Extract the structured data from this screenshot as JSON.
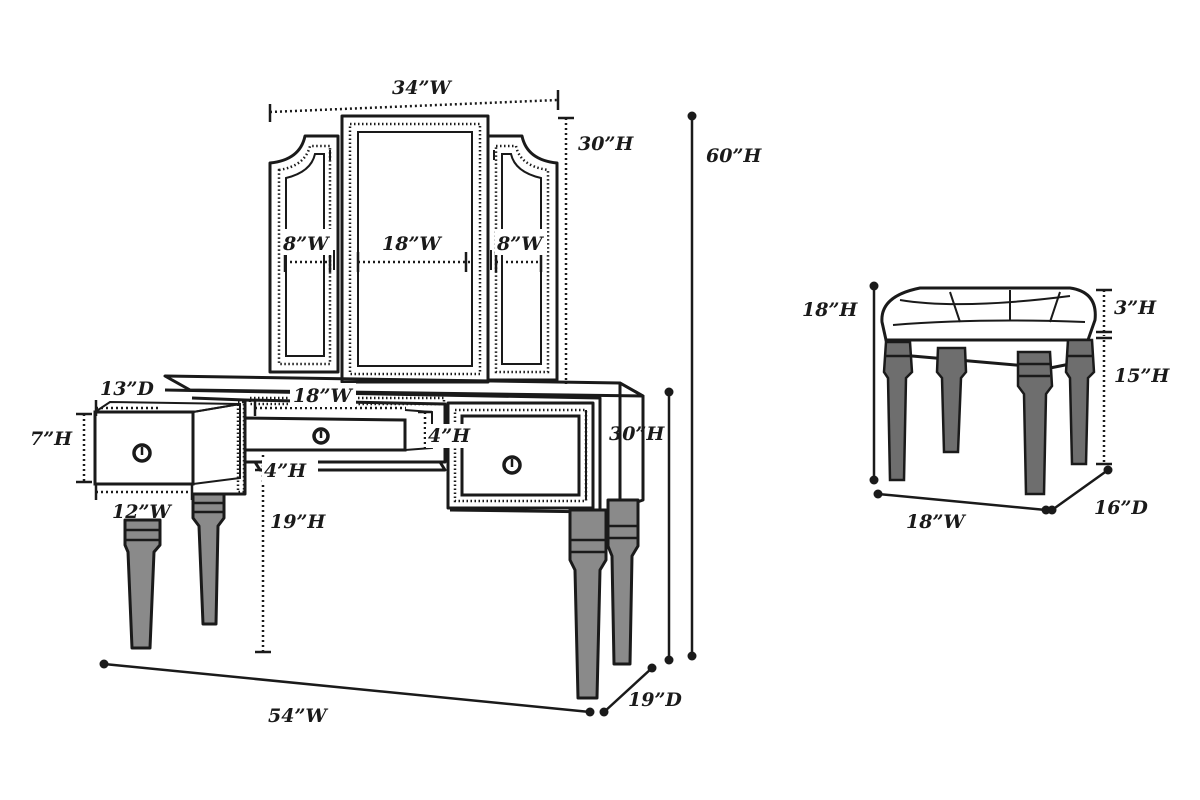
{
  "mirror": {
    "width_label": "34”W",
    "height_label": "30”H",
    "left_panel_label": "8”W",
    "center_panel_label": "18”W",
    "right_panel_label": "8”W"
  },
  "vanity": {
    "total_height_label": "60”H",
    "table_height_label": "30”H",
    "width_label": "54”W",
    "depth_label": "19”D",
    "knee_height_label": "19”H",
    "drawer_depth_label": "13”D",
    "drawer_height_label": "7”H",
    "drawer_width_label": "12”W",
    "center_drawer_width_label": "18”W",
    "center_drawer_height_label": "4”H",
    "shelf_height_label": "4”H"
  },
  "stool": {
    "height_label": "18”H",
    "cushion_height_label": "3”H",
    "leg_height_label": "15”H",
    "width_label": "18”W",
    "depth_label": "16”D"
  }
}
